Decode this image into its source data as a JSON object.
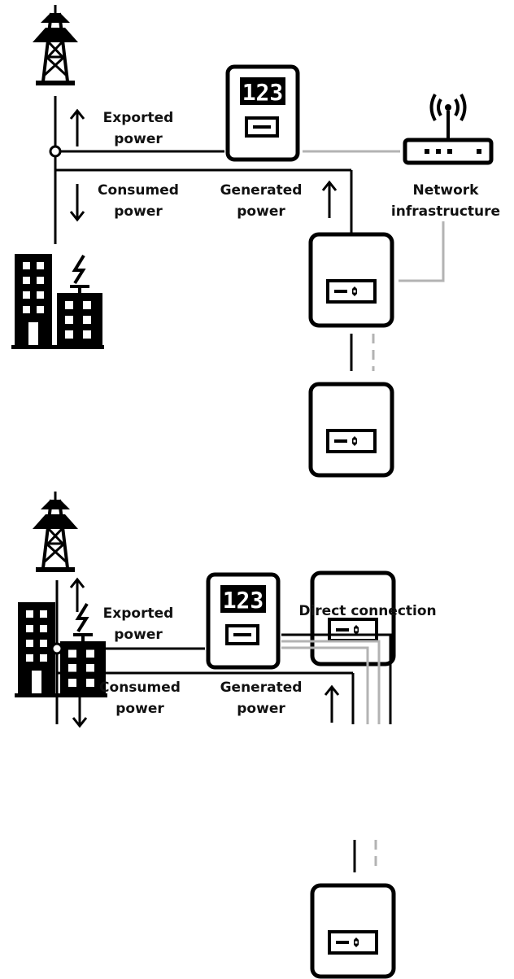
{
  "colors": {
    "line": "#000000",
    "network_line": "#b3b3b3",
    "background": "#ffffff"
  },
  "icons": [
    "power-pylon-icon",
    "building-icon",
    "lightning-bolt-icon",
    "energy-meter-icon",
    "router-icon",
    "inverter-icon",
    "arrow-up-icon",
    "arrow-down-icon"
  ],
  "meter_display": "123",
  "diagram_top": {
    "exported_line1": "Exported",
    "exported_line2": "power",
    "consumed_line1": "Consumed",
    "consumed_line2": "power",
    "generated_line1": "Generated",
    "generated_line2": "power",
    "network_line1": "Network",
    "network_line2": "infrastructure"
  },
  "diagram_bottom": {
    "exported_line1": "Exported",
    "exported_line2": "power",
    "consumed_line1": "Consumed",
    "consumed_line2": "power",
    "generated_line1": "Generated",
    "generated_line2": "power",
    "direct_connection": "Direct connection"
  }
}
